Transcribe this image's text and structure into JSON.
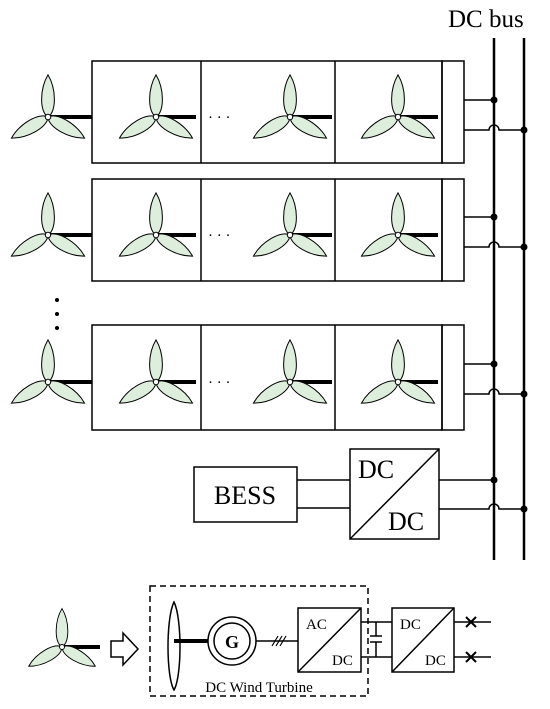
{
  "labels": {
    "dc_bus": "DC bus",
    "ellipsis": "· · ·",
    "bess": "BESS",
    "dcdc_top": "DC",
    "dcdc_bottom": "DC",
    "generator": "G",
    "acdc_top": "AC",
    "acdc_bottom": "DC",
    "dcdc2_top": "DC",
    "dcdc2_bottom": "DC",
    "caption": "DC Wind Turbine"
  },
  "colors": {
    "blade_fill": "#deeedd",
    "stroke": "#000000"
  },
  "icons": {
    "turbine": "wind-turbine-icon",
    "arrow": "hollow-arrow-icon",
    "breaker": "breaker-x-icon"
  }
}
